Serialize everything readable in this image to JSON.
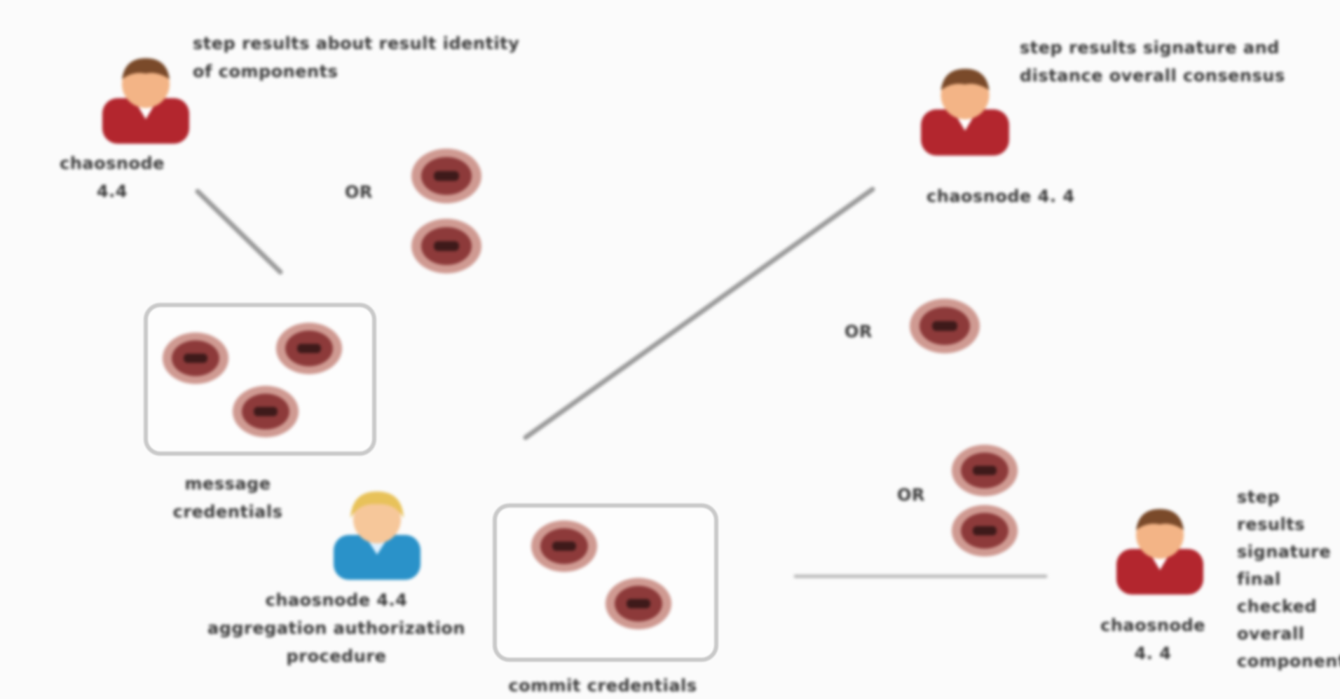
{
  "colors": {
    "background": "#fbfbfb",
    "connector": "#9a9a9a",
    "box_border": "#c9c9c9",
    "avatar_red": "#b3262e",
    "avatar_blue": "#2a92c9",
    "token": "#8d3a3a"
  },
  "actors": [
    {
      "label": "chaosnode 4.4",
      "caption": "step results about result identity of components",
      "icon": "user-red-icon"
    },
    {
      "label": "chaosnode 4. 4",
      "caption": "step results signature and distance overall consensus",
      "icon": "user-red-icon"
    },
    {
      "label": "chaosnode 4.4",
      "caption": "aggregation authorization procedure",
      "icon": "user-blue-icon"
    },
    {
      "label": "chaosnode 4. 4",
      "caption": "step results signature final checked overall components",
      "icon": "user-red-icon"
    }
  ],
  "groups": [
    {
      "label": "message credentials"
    },
    {
      "label": "commit credentials"
    }
  ],
  "operators": [
    {
      "label": "OR"
    },
    {
      "label": "OR"
    },
    {
      "label": "OR"
    }
  ]
}
